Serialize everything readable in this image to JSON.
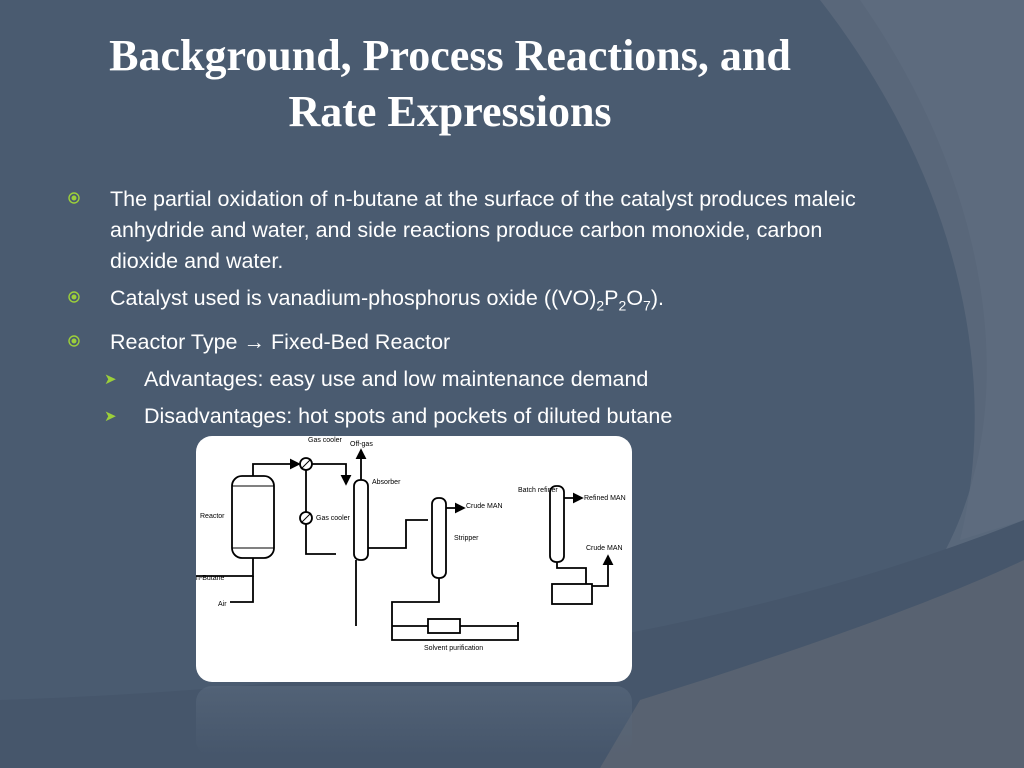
{
  "slide": {
    "title_line1": "Background, Process Reactions, and",
    "title_line2": "Rate Expressions",
    "bullet1": "The partial oxidation of n-butane at the surface of the catalyst produces maleic anhydride and water, and side reactions produce carbon monoxide, carbon dioxide and water.",
    "bullet2_prefix": "Catalyst used is vanadium-phosphorus oxide ((VO)",
    "bullet2_sub1": "2",
    "bullet2_mid1": "P",
    "bullet2_sub2": "2",
    "bullet2_mid2": "O",
    "bullet2_sub3": "7",
    "bullet2_suffix": ").",
    "bullet3_label": "Reactor Type",
    "bullet3_arrow": "→",
    "bullet3_value": "Fixed-Bed Reactor",
    "sub1": "Advantages: easy use and low maintenance demand",
    "sub2": "Disadvantages: hot spots and pockets of diluted butane",
    "bullet_icon": "circle-dot-icon",
    "subbullet_icon": "arrowhead-icon",
    "colors": {
      "background": "#4a5b70",
      "accent": "#9ccf3a",
      "text": "#ffffff"
    }
  },
  "diagram": {
    "gas_cooler_1": "Gas cooler",
    "gas_cooler_2": "Gas cooler",
    "reactor": "Reactor",
    "n_butane": "n-Butane",
    "air": "Air",
    "off_gas": "Off-gas",
    "absorber": "Absorber",
    "crude_man_1": "Crude MAN",
    "stripper": "Stripper",
    "batch_refiner": "Batch refiner",
    "refined_man": "Refined MAN",
    "crude_man_2": "Crude MAN",
    "solvent_purification": "Solvent purification"
  }
}
